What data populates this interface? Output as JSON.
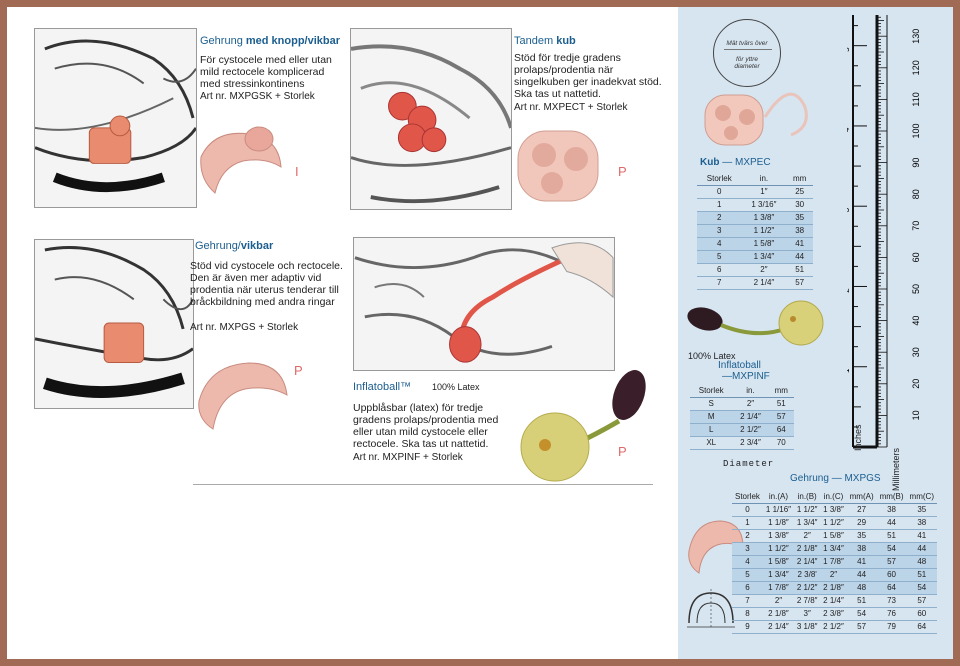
{
  "gehrung_knopp": {
    "title_a": "Gehrung",
    "title_b": "med knopp/vikbar",
    "lines": [
      "För cystocele med eller utan",
      "mild rectocele komplicerad",
      "med stressinkontinens"
    ],
    "art": "Art nr. MXPGSK +  Storlek",
    "mark": "I"
  },
  "gehrung_vikbar": {
    "title_a": "Gehrung/",
    "title_b": "vikbar",
    "lines": [
      "Stöd vid cystocele och rectocele.",
      "Den är även mer adaptiv vid",
      "prodentia när uterus tenderar till",
      "bråckbildning med andra ringar"
    ],
    "art": "Art nr. MXPGS +  Storlek",
    "mark": "P"
  },
  "tandem": {
    "title_a": "Tandem",
    "title_b": "kub",
    "lines": [
      "Stöd för tredje gradens",
      "prolaps/prodentia när",
      "singelkuben ger inadekvat stöd.",
      "Ska tas ut nattetid."
    ],
    "art": "Art nr. MXPECT +  Storlek",
    "mark": "P"
  },
  "inflatoball": {
    "title": "Inflatoball™",
    "latex": "100% Latex",
    "lines": [
      "Uppblåsbar (latex) för tredje",
      "gradens prolaps/prodentia med",
      "eller utan mild cystocele eller",
      "rectocele. Ska tas ut nattetid."
    ],
    "art": "Art nr. MXPINF +  Storlek",
    "mark": "P"
  },
  "bubble": {
    "top": "Mät tvärs över",
    "bottom": "för yttre diameter"
  },
  "kub_table": {
    "title_a": "Kub",
    "title_b": "— MXPEC",
    "headers": [
      "Storlek",
      "in.",
      "mm"
    ],
    "rows": [
      [
        "0",
        "1″",
        "25"
      ],
      [
        "1",
        "1 3/16″",
        "30"
      ],
      [
        "2",
        "1 3/8″",
        "35"
      ],
      [
        "3",
        "1 1/2″",
        "38"
      ],
      [
        "4",
        "1 5/8″",
        "41"
      ],
      [
        "5",
        "1 3/4″",
        "44"
      ],
      [
        "6",
        "2″",
        "51"
      ],
      [
        "7",
        "2 1/4″",
        "57"
      ]
    ]
  },
  "infl_table": {
    "latex": "100% Latex",
    "title_a": "Inflatoball",
    "title_b": "—MXPINF",
    "headers": [
      "Storlek",
      "in.",
      "mm"
    ],
    "rows": [
      [
        "S",
        "2″",
        "51"
      ],
      [
        "M",
        "2 1/4″",
        "57"
      ],
      [
        "L",
        "2 1/2″",
        "64"
      ],
      [
        "XL",
        "2 3/4″",
        "70"
      ]
    ],
    "diameter": "Diameter"
  },
  "gehrung_table": {
    "title": "Gehrung — MXPGS",
    "headers": [
      "Storlek",
      "in.(A)",
      "in.(B)",
      "in.(C)",
      "mm(A)",
      "mm(B)",
      "mm(C)"
    ],
    "rows": [
      [
        "0",
        "1 1/16″",
        "1 1/2″",
        "1 3/8″",
        "27",
        "38",
        "35"
      ],
      [
        "1",
        "1 1/8″",
        "1 3/4″",
        "1 1/2″",
        "29",
        "44",
        "38"
      ],
      [
        "2",
        "1 3/8″",
        "2″",
        "1 5/8″",
        "35",
        "51",
        "41"
      ],
      [
        "3",
        "1 1/2″",
        "2 1/8″",
        "1 3/4″",
        "38",
        "54",
        "44"
      ],
      [
        "4",
        "1 5/8″",
        "2 1/4″",
        "1 7/8″",
        "41",
        "57",
        "48"
      ],
      [
        "5",
        "1 3/4″",
        "2 3/8'",
        "2″",
        "44",
        "60",
        "51"
      ],
      [
        "6",
        "1 7/8″",
        "2 1/2″",
        "2 1/8″",
        "48",
        "64",
        "54"
      ],
      [
        "7",
        "2″",
        "2 7/8″",
        "2 1/4″",
        "51",
        "73",
        "57"
      ],
      [
        "8",
        "2 1/8″",
        "3″",
        "2 3/8″",
        "54",
        "76",
        "60"
      ],
      [
        "9",
        "2 1/4″",
        "3 1/8″",
        "2 1/2″",
        "57",
        "79",
        "64"
      ]
    ]
  },
  "ruler": {
    "inch_labels": [
      "1",
      "2",
      "3",
      "4",
      "5"
    ],
    "mm_labels": [
      "10",
      "20",
      "30",
      "40",
      "50",
      "60",
      "70",
      "80",
      "90",
      "100",
      "110",
      "120",
      "130"
    ],
    "inches_label": "Inches",
    "mm_label": "Millimeters"
  },
  "colors": {
    "accent": "#1b5e8f",
    "panel": "#d7e5f1",
    "table_alt": "#bcd4e8",
    "product_pink": "#eeb9ad",
    "tissue_red": "#e0574a",
    "frame": "#a06a55"
  }
}
